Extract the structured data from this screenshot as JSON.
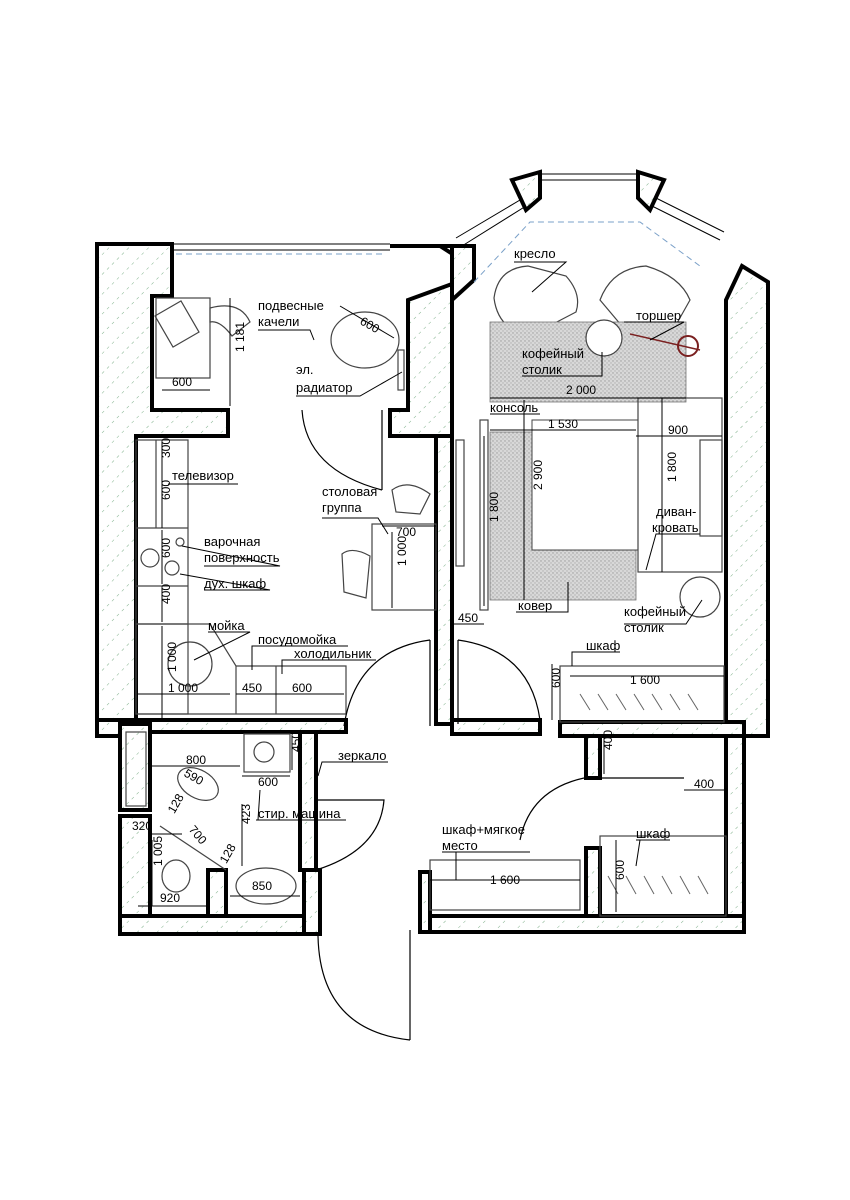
{
  "labels": {
    "hanging_chairs": [
      "подвесные",
      "качели"
    ],
    "radiator": [
      "эл.",
      "радиатор"
    ],
    "armchair": "кресло",
    "floor_lamp": "торшер",
    "coffee_table_top": [
      "кофейный",
      "столик"
    ],
    "console": "консоль",
    "tv": "телевизор",
    "dining_group": [
      "столовая",
      "группа"
    ],
    "hob": [
      "варочная",
      "поверхность"
    ],
    "oven": "дух. шкаф",
    "sink": "мойка",
    "dishwasher": "посудомойка",
    "fridge": "холодильник",
    "sofa_bed": [
      "диван-",
      "кровать"
    ],
    "carpet": "ковер",
    "coffee_table_bottom": [
      "кофейный",
      "столик"
    ],
    "wardrobe_top": "шкаф",
    "mirror": "зеркало",
    "washing_machine": "стир. машина",
    "wardrobe_seat": [
      "шкаф+мягкое",
      "место"
    ],
    "wardrobe_right": "шкаф"
  },
  "dims": {
    "d600_chair": "600",
    "d1181": "1 181",
    "d600_desk": "600",
    "d2000": "2 000",
    "d1530": "1 530",
    "d900": "900",
    "d2900": "2 900",
    "d1800_bed": "1 800",
    "d1800_sofa": "1 800",
    "d300": "300",
    "d600_tv": "600",
    "d600_hob": "600",
    "d400_oven": "400",
    "d700": "700",
    "d1000_table": "1 000",
    "d1000_sinkv": "1 000",
    "d1000_sinkh": "1 000",
    "d450_dish": "450",
    "d600_fridge": "600",
    "d450_wall": "450",
    "d1600_top": "1 600",
    "d600_wardrobe": "600",
    "d400_right": "400",
    "d400_rightv": "400",
    "d600_right": "600",
    "d1600_bottom": "1 600",
    "d800": "800",
    "d590": "590",
    "d128a": "128",
    "d700_bath": "700",
    "d128b": "128",
    "d320": "320",
    "d1005": "1 005",
    "d920": "920",
    "d450_bath": "450",
    "d600_bath": "600",
    "d423": "423",
    "d850": "850"
  }
}
